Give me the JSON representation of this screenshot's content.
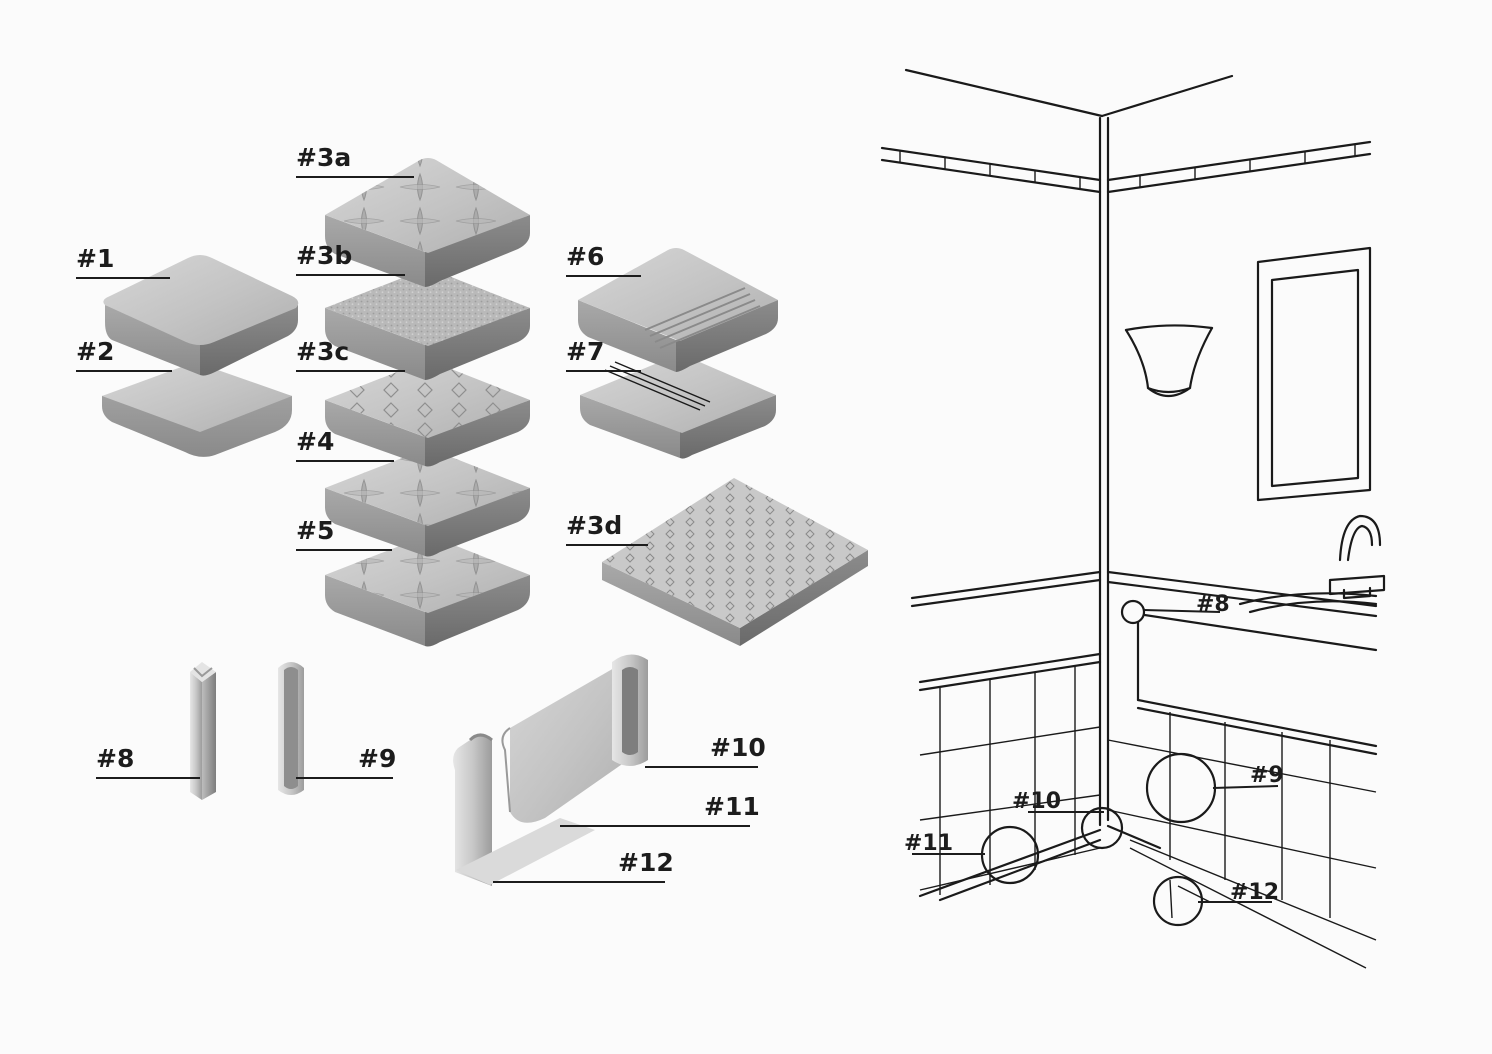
{
  "labels": {
    "p1": "#1",
    "p2": "#2",
    "p3a": "#3a",
    "p3b": "#3b",
    "p3c": "#3c",
    "p3d": "#3d",
    "p4": "#4",
    "p5": "#5",
    "p6": "#6",
    "p7": "#7",
    "p8": "#8",
    "p9": "#9",
    "p10": "#10",
    "p11": "#11",
    "p12": "#12"
  },
  "scene_labels": {
    "p8": "#8",
    "p9": "#9",
    "p10": "#10",
    "p11": "#11",
    "p12": "#12"
  },
  "colors": {
    "tile_top": "#c4c4c4",
    "tile_light": "#d8d8d8",
    "tile_side": "#8f8f8f",
    "tile_dark": "#6e6e6e",
    "ink": "#1a1a1a",
    "background": "#fbfbfb"
  }
}
